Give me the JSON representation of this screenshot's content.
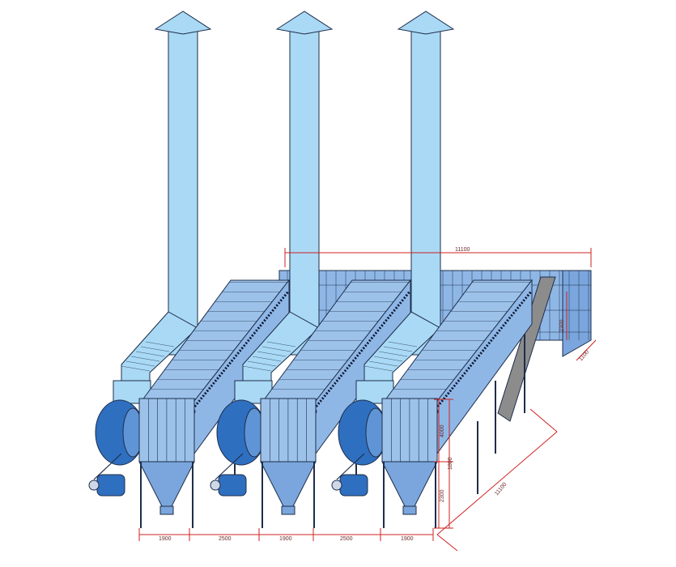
{
  "colors": {
    "light_blue": "#a9d9f5",
    "mid_blue": "#8fb7e6",
    "panel_blue": "#9cc2ea",
    "dark_blue": "#2f6fc0",
    "hopper_blue": "#7aa6dd",
    "gray": "#8c8c8c",
    "dimension_red": "#d02020"
  },
  "units": [
    {
      "id": "unit-1"
    },
    {
      "id": "unit-2"
    },
    {
      "id": "unit-3"
    }
  ],
  "dimensions": {
    "bottom": [
      "1900",
      "2500",
      "1900",
      "2500",
      "1900"
    ],
    "top_length": "11100",
    "diagonal_length": "11100",
    "duct_height": "2300",
    "duct_width": "1100",
    "heights_right": [
      "4000",
      "1800",
      "2300"
    ]
  }
}
